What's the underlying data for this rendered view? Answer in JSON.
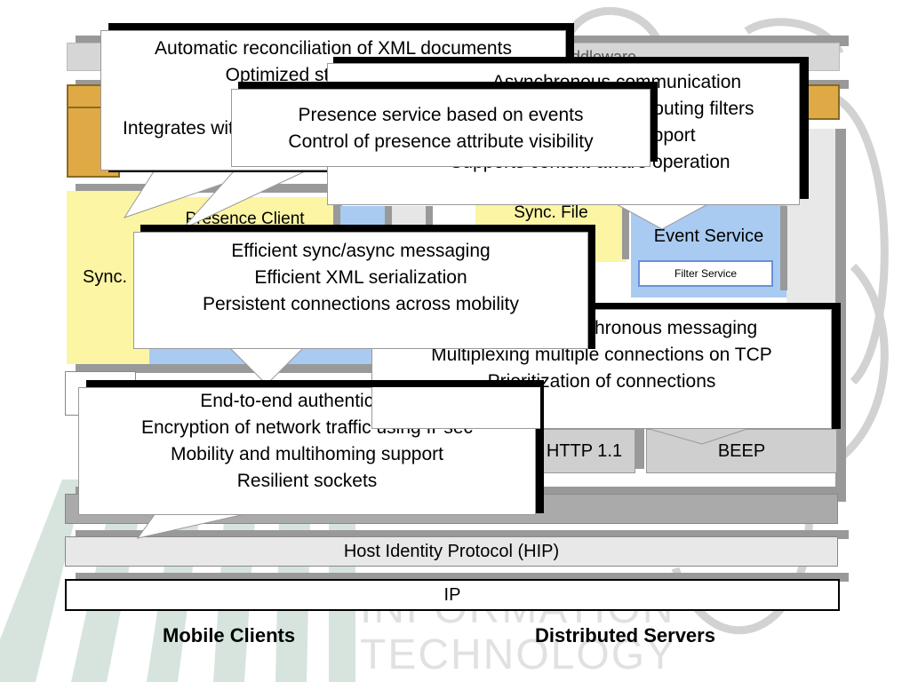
{
  "diagram": {
    "watermark": {
      "line1": "INFORMATION",
      "line2": "TECHNOLOGY"
    },
    "stack_layers": {
      "top_hidden_label": "Middleware",
      "sync_client": "Sync.",
      "presence_client": "Presence Client",
      "sync_file": "Sync. File",
      "event_service": "Event Service",
      "filter_service": "Filter Service",
      "http": "HTTP 1.1",
      "beep": "BEEP",
      "hip": "Host Identity Protocol (HIP)",
      "ip": "IP"
    },
    "captions": {
      "left": "Mobile Clients",
      "right": "Distributed Servers"
    },
    "callouts": [
      {
        "id": "sync-callout",
        "lines": [
          "Automatic reconciliation of XML documents",
          "Optimized storage of XML",
          "",
          "Integrates with"
        ]
      },
      {
        "id": "event-callout",
        "lines": [
          "Asynchronous communication",
          "Supports content-based routing filters",
          "Mobility support",
          "Supports context-aware operation"
        ]
      },
      {
        "id": "presence-callout",
        "lines": [
          "Presence service based on events",
          "Control of presence attribute visibility"
        ]
      },
      {
        "id": "messaging-callout",
        "lines": [
          "Efficient sync/async messaging",
          "Efficient XML serialization",
          "Persistent connections across mobility"
        ]
      },
      {
        "id": "beep-callout",
        "lines": [
          "Asynchronous messaging",
          "Multiplexing multiple connections on TCP",
          "Prioritization of connections"
        ]
      },
      {
        "id": "hip-callout",
        "lines": [
          "End-to-end authentication",
          "Encryption of network traffic using IPsec",
          "Mobility and multihoming support",
          "Resilient sockets"
        ]
      }
    ],
    "colors": {
      "service_blue": "#a9cbf2",
      "sync_yellow": "#fbf5a4",
      "ochre": "#dfaa45",
      "layer_gray": "#cfcfcf",
      "shadow_gray": "#999999",
      "watermark_green": "#d5e3dc"
    }
  }
}
